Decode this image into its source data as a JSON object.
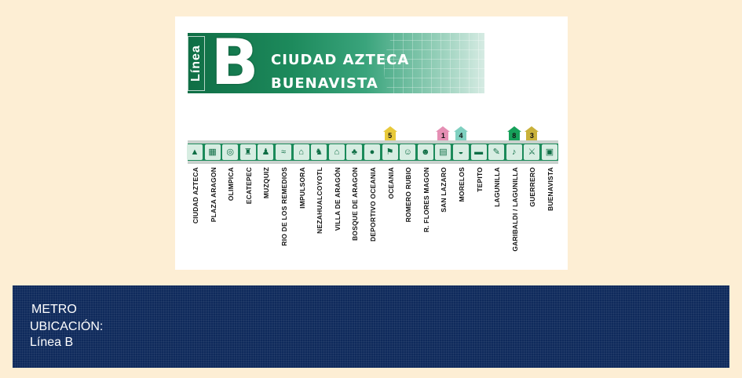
{
  "banner": {
    "linea_word": "Línea",
    "line_letter": "B",
    "terminal_a": "CIUDAD AZTECA",
    "terminal_b": "BUENAVISTA",
    "line_color": "#1b8a5a"
  },
  "stations": [
    {
      "name": "CIUDAD AZTECA",
      "icon": "pyramid-icon"
    },
    {
      "name": "PLAZA ARAGON",
      "icon": "plaza-icon"
    },
    {
      "name": "OLIMPICA",
      "icon": "olympic-rings-icon"
    },
    {
      "name": "ECATEPEC",
      "icon": "monument-icon"
    },
    {
      "name": "MUZQUIZ",
      "icon": "statue-icon"
    },
    {
      "name": "RIO DE LOS REMEDIOS",
      "icon": "river-icon"
    },
    {
      "name": "IMPULSORA",
      "icon": "factory-icon"
    },
    {
      "name": "NEZAHUALCOYOTL",
      "icon": "coyote-icon"
    },
    {
      "name": "VILLA DE ARAGÓN",
      "icon": "house-icon"
    },
    {
      "name": "BOSQUE DE ARAGON",
      "icon": "tree-icon"
    },
    {
      "name": "DEPORTIVO OCEANIA",
      "icon": "sports-icon"
    },
    {
      "name": "OCEANIA",
      "icon": "ship-icon",
      "transfer": "5",
      "transfer_color": "#e8c93a"
    },
    {
      "name": "ROMERO RUBIO",
      "icon": "bust-icon"
    },
    {
      "name": "R. FLORES MAGON",
      "icon": "portrait-icon"
    },
    {
      "name": "SAN LAZARO",
      "icon": "train-icon",
      "transfer": "1",
      "transfer_color": "#e58fb4"
    },
    {
      "name": "MORELOS",
      "icon": "helmet-icon",
      "transfer": "4",
      "transfer_color": "#7fd0c0"
    },
    {
      "name": "TEPITO",
      "icon": "shoe-icon"
    },
    {
      "name": "LAGUNILLA",
      "icon": "pen-icon"
    },
    {
      "name": "GARIBALDI / LAGUNILLA",
      "icon": "guitar-icon",
      "transfer": "8",
      "transfer_color": "#16a05a"
    },
    {
      "name": "GUERRERO",
      "icon": "warrior-icon",
      "transfer": "3",
      "transfer_color": "#c9b13a"
    },
    {
      "name": "BUENAVISTA",
      "icon": "train-front-icon"
    }
  ],
  "footer": {
    "title": "METRO",
    "location_label": "UBICACIÓN:",
    "location_value": "Línea B"
  }
}
